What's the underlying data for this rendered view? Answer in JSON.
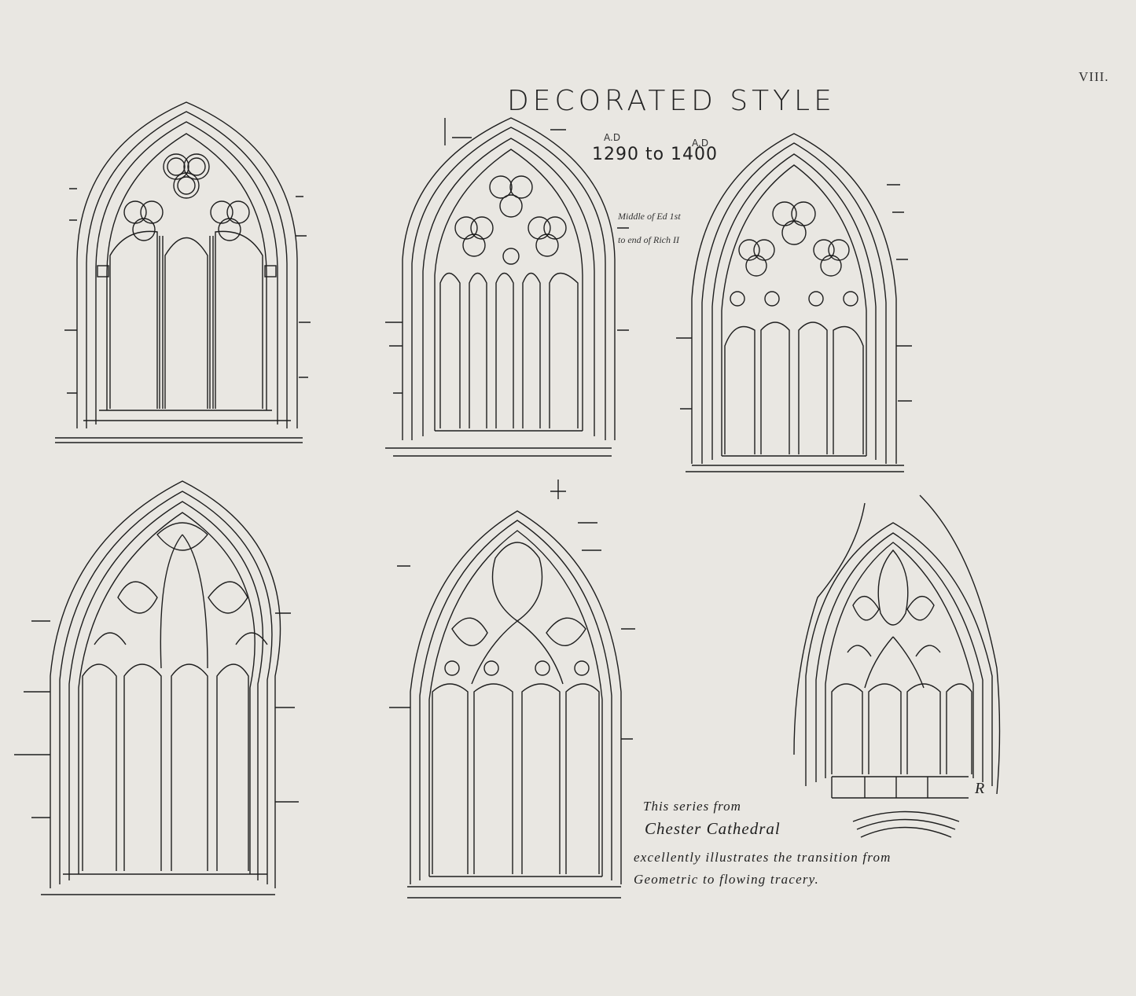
{
  "plate_number": "VIII.",
  "title": "DECORATED STYLE",
  "dates": {
    "ad_left": "A.D",
    "ad_right": "A.D",
    "range": "1290 to 1400"
  },
  "reign_note": {
    "line1": "Middle of Ed 1st",
    "line2": "to end of Rich II"
  },
  "caption": {
    "line1": "This series from",
    "line2": "Chester Cathedral",
    "line3": "excellently illustrates the transition from",
    "line4": "Geometric to flowing tracery."
  },
  "monogram": "R"
}
